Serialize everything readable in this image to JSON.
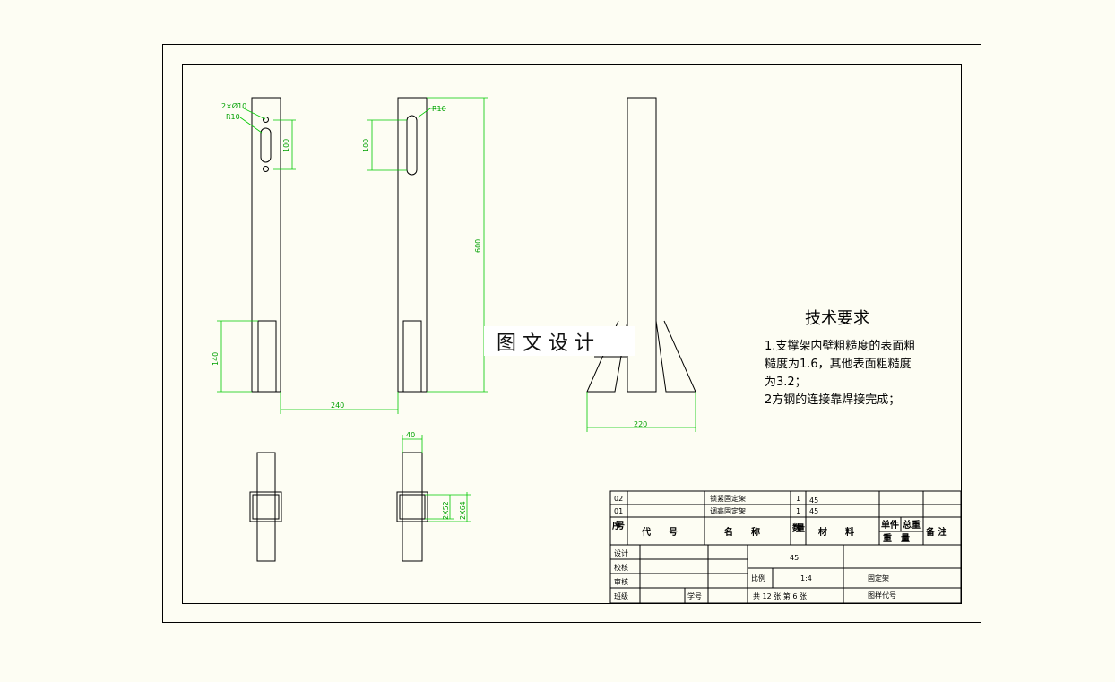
{
  "watermark": "图 文 设 计",
  "dims": {
    "d_2x10": "2×Ø10",
    "r10_a": "R10",
    "r10_b": "R10",
    "d100_a": "100",
    "d100_b": "100",
    "d600": "600",
    "d140": "140",
    "d240": "240",
    "d220": "220",
    "d40": "40",
    "d2x52": "2X52",
    "d2x64": "2X64"
  },
  "notes": {
    "title": "技术要求",
    "lines": [
      "1.支撑架内壁粗糙度的表面粗",
      "糙度为1.6，其他表面粗糙度",
      "为3.2；",
      "2方钢的连接靠焊接完成；"
    ]
  },
  "parts": [
    {
      "no": "02",
      "name": "锁紧固定架",
      "qty": "1",
      "material": "45"
    },
    {
      "no": "01",
      "name": "调高固定架",
      "qty": "1",
      "material": "45"
    }
  ],
  "header": {
    "no": "序号",
    "code": "代　　号",
    "name": "名　　称",
    "qty": "数量",
    "material": "材　　料",
    "unit_weight": "单件",
    "total_weight": "总重",
    "weight": "重　量",
    "remark": "备 注"
  },
  "title_block": {
    "design": "设计",
    "check": "校核",
    "review": "审核",
    "class": "班级",
    "student_no": "学号",
    "material": "45",
    "scale_label": "比例",
    "scale": "1:4",
    "drawing_name": "固定架",
    "sheets": "共 12 张 第 6 张",
    "drawing_code": "图样代号"
  }
}
